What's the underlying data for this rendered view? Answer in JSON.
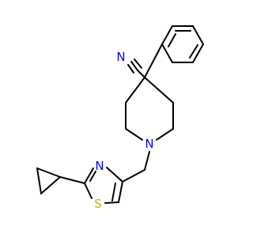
{
  "structure": {
    "atoms": {
      "n_nitrile": {
        "symbol": "N",
        "color": "#0000ff"
      },
      "n_piperidine": {
        "symbol": "N",
        "color": "#0000ff"
      },
      "n_thiazole": {
        "symbol": "N",
        "color": "#0000ff"
      },
      "s_thiazole": {
        "symbol": "S",
        "color": "#c8b400"
      }
    },
    "bond_color": "#000000"
  }
}
